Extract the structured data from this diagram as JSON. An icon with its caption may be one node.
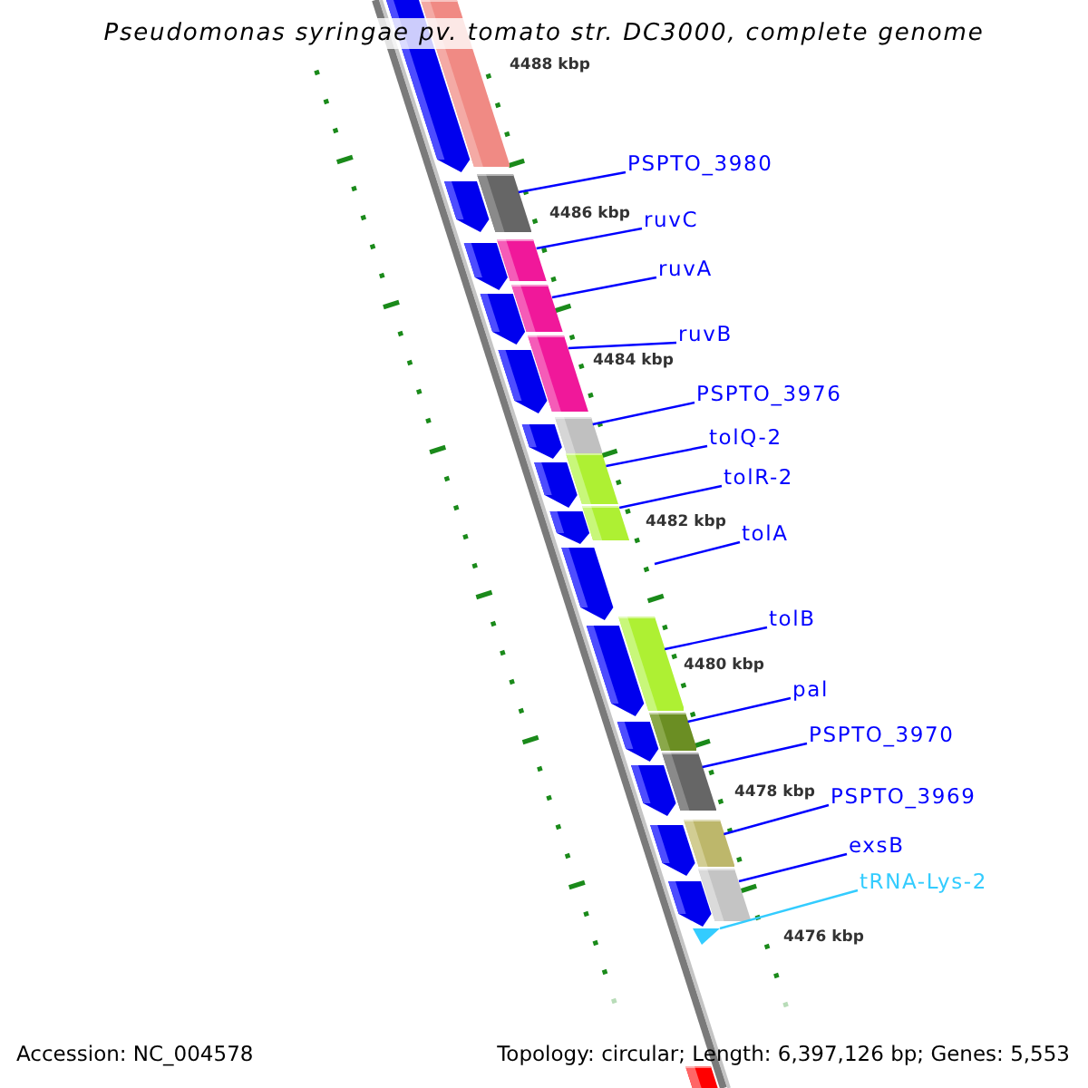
{
  "diagram": {
    "title": "Pseudomonas syringae pv. tomato str. DC3000, complete genome",
    "nodes": [
      {
        "text": [
          "PSPTO_3980"
        ]
      },
      {
        "text": [
          "ruvC"
        ]
      },
      {
        "text": [
          "ruvA"
        ]
      },
      {
        "text": [
          "ruvB"
        ]
      },
      {
        "text": [
          "PSPTO_3976"
        ]
      },
      {
        "text": [
          "tolQ-2"
        ]
      },
      {
        "text": [
          "tolR-2"
        ]
      },
      {
        "text": [
          "tolA"
        ]
      },
      {
        "text": [
          "tolB"
        ]
      },
      {
        "text": [
          "pal"
        ]
      },
      {
        "text": [
          "PSPTO_3970"
        ]
      },
      {
        "text": [
          "PSPTO_3969"
        ]
      },
      {
        "text": [
          "exsB"
        ]
      },
      {
        "text": [
          "tRNA-Lys-2"
        ]
      },
      {
        "text": [],
        "shape": "bar"
      },
      {
        "text": [],
        "shape": "bar"
      },
      {
        "text": [],
        "shape": "bar"
      },
      {
        "text": [],
        "shape": "bar"
      },
      {
        "text": [],
        "shape": "bar"
      },
      {
        "text": [],
        "shape": "bar"
      },
      {
        "text": [],
        "shape": "bar"
      },
      {
        "text": [],
        "shape": "bar"
      },
      {
        "text": [],
        "shape": "bar"
      },
      {
        "text": [],
        "shape": "bar"
      },
      {
        "text": [],
        "shape": "bar"
      },
      {
        "text": [],
        "shape": "bar"
      },
      {
        "text": [],
        "shape": "bar"
      },
      {
        "text": [],
        "shape": "triangle"
      },
      {
        "text": [],
        "shape": "bar"
      }
    ],
    "edges": [
      {
        "from": 0,
        "to": 15,
        "arrow": "none"
      },
      {
        "from": 1,
        "to": 16,
        "arrow": "none"
      },
      {
        "from": 2,
        "to": 17,
        "arrow": "none"
      },
      {
        "from": 3,
        "to": 18,
        "arrow": "none"
      },
      {
        "from": 4,
        "to": 19,
        "arrow": "none"
      },
      {
        "from": 5,
        "to": 20,
        "arrow": "none"
      },
      {
        "from": 6,
        "to": 21,
        "arrow": "none"
      },
      {
        "from": 7,
        "to": null,
        "arrow": "none"
      },
      {
        "from": 8,
        "to": 22,
        "arrow": "none"
      },
      {
        "from": 9,
        "to": 23,
        "arrow": "none"
      },
      {
        "from": 10,
        "to": 24,
        "arrow": "none"
      },
      {
        "from": 11,
        "to": 25,
        "arrow": "none"
      },
      {
        "from": 12,
        "to": 26,
        "arrow": "none"
      },
      {
        "from": 13,
        "to": 27,
        "arrow": "none",
        "color": "#33ccff"
      }
    ],
    "labels": [
      "4488 kbp",
      "4486 kbp",
      "4484 kbp",
      "4482 kbp",
      "4480 kbp",
      "4478 kbp",
      "4476 kbp",
      "Accession: NC_004578",
      "Topology: circular; Length: 6,397,126 bp; Genes: 5,553"
    ]
  }
}
